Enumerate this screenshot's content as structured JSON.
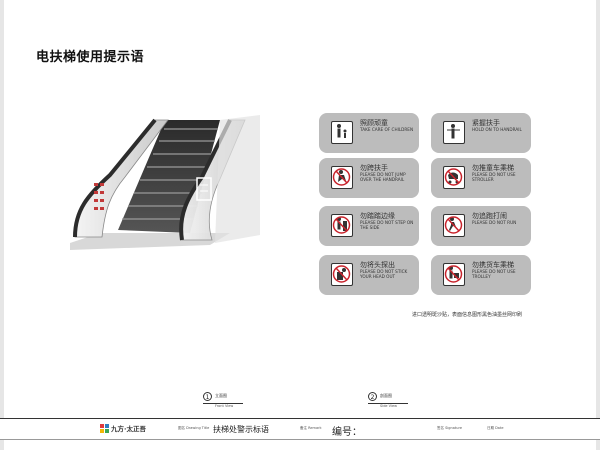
{
  "title": "电扶梯使用提示语",
  "signs": [
    {
      "zh": "照顾顽童",
      "en": "TAKE CARE OF CHILDREN",
      "icon": "adult-child-icon"
    },
    {
      "zh": "紧握扶手",
      "en": "HOLD ON TO HANDRAIL",
      "icon": "hold-handrail-icon"
    },
    {
      "zh": "勿跨扶手",
      "en": "PLEASE DO NOT JUMP OVER THE HANDRAIL",
      "icon": "no-jump-icon"
    },
    {
      "zh": "勿推童车乘梯",
      "en": "PLEASE DO NOT USE STROLLER",
      "icon": "no-stroller-icon"
    },
    {
      "zh": "勿踏踏边缘",
      "en": "PLEASE DO NOT STEP ON THE SIDE",
      "icon": "no-step-side-icon"
    },
    {
      "zh": "勿追跑打闹",
      "en": "PLEASE DO NOT RUN",
      "icon": "no-run-icon"
    },
    {
      "zh": "勿将头探出",
      "en": "PLEASE DO NOT STICK YOUR HEAD OUT",
      "icon": "no-head-out-icon"
    },
    {
      "zh": "勿携货车乘梯",
      "en": "PLEASE DO NOT USE TROLLEY",
      "icon": "no-trolley-icon"
    }
  ],
  "note": "进口透明斑沙贴，表面信息图形黑色油墨丝网印刷",
  "view_markers": [
    {
      "num": "1",
      "label": "立面图",
      "sub": "Front View"
    },
    {
      "num": "2",
      "label": "剖面图",
      "sub": "Side View"
    }
  ],
  "footer": {
    "logo_text": "九方·太正吾",
    "drawing_title_label": "图名 Drawing Title",
    "drawing_title": "扶梯处警示标语",
    "remark_label": "备注 Remark",
    "no_label": "编号：",
    "signature_label": "签名 Signature",
    "date_label": "日期 Date"
  },
  "colors": {
    "sign_bg": "#bcbcbc",
    "prohibit_red": "#c8232c",
    "logo_colors": [
      "#e03a3e",
      "#2f7fc1",
      "#f2b705",
      "#3aa655"
    ]
  }
}
